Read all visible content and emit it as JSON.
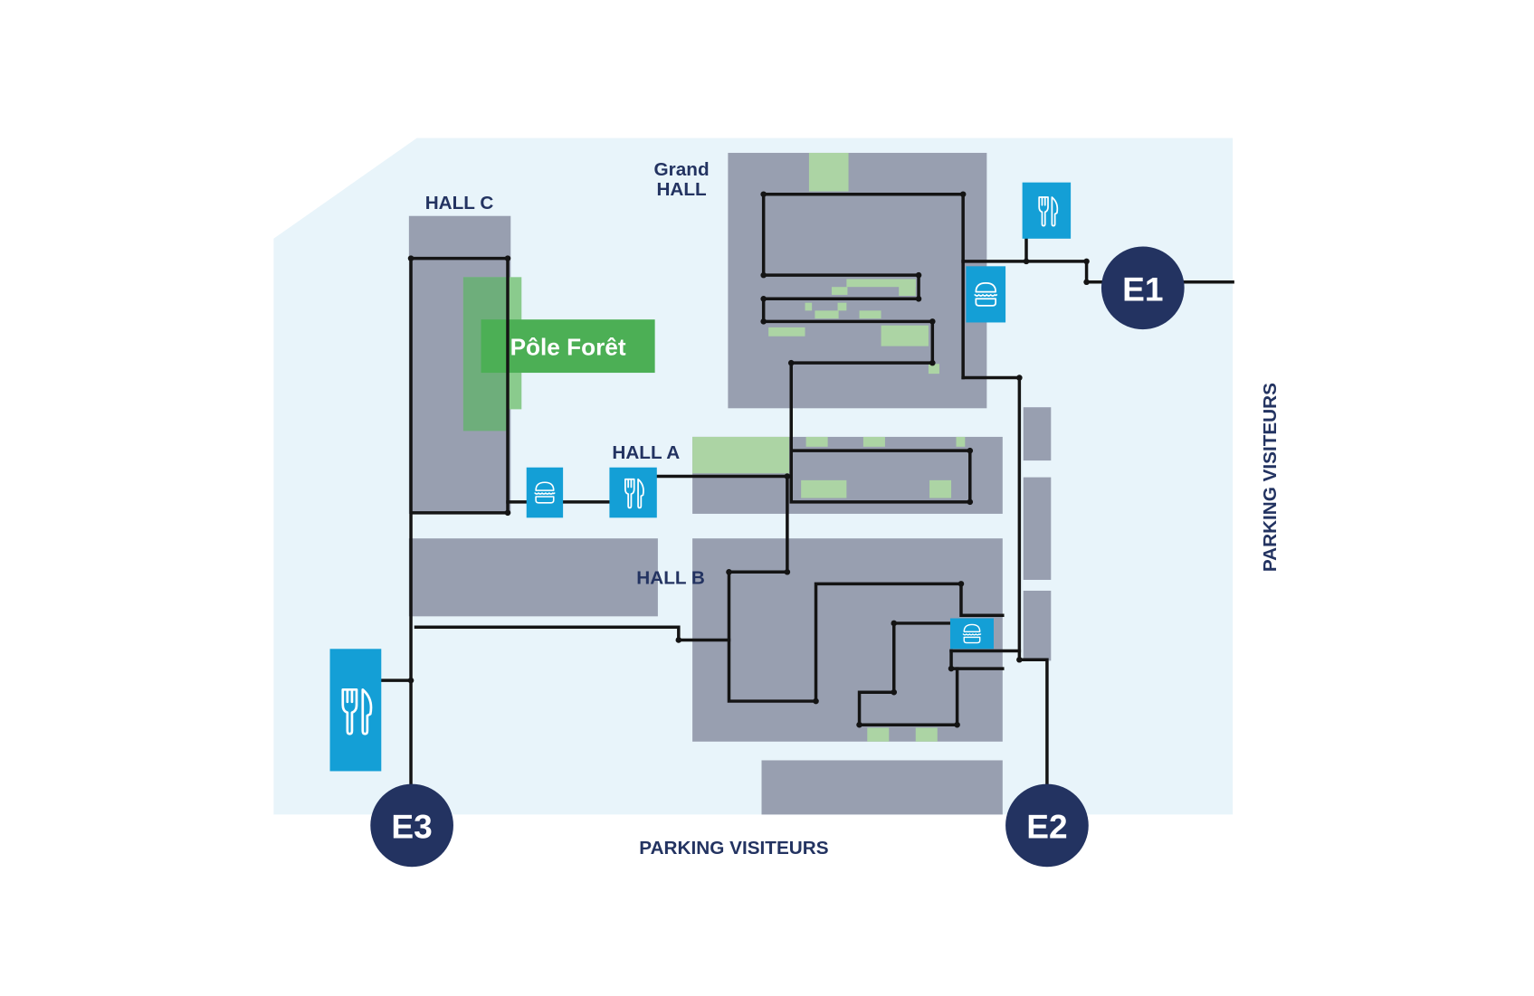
{
  "map": {
    "colors": {
      "site": "#e8f4fa",
      "building": "#989fb0",
      "green_zone": "#acd4a4",
      "pole_foret": "#4caf55",
      "food_marker": "#149fd6",
      "entrance": "#233361",
      "label": "#233361",
      "path": "#141414"
    },
    "halls": {
      "grand_hall_line1": "Grand",
      "grand_hall_line2": "HALL",
      "hall_a": "HALL A",
      "hall_b": "HALL B",
      "hall_c": "HALL C"
    },
    "pole": {
      "label": "Pôle Forêt"
    },
    "entrances": [
      {
        "id": "e1",
        "label": "E1"
      },
      {
        "id": "e2",
        "label": "E2"
      },
      {
        "id": "e3",
        "label": "E3"
      }
    ],
    "parking": {
      "bottom": "PARKING VISITEURS",
      "right": "PARKING VISITEURS"
    },
    "markers": [
      {
        "type": "restaurant",
        "icon": "fork-knife-icon",
        "location": "near E1"
      },
      {
        "type": "snack",
        "icon": "burger-icon",
        "location": "Grand HALL east"
      },
      {
        "type": "snack",
        "icon": "burger-icon",
        "location": "between HALL C and HALL A"
      },
      {
        "type": "restaurant",
        "icon": "fork-knife-icon",
        "location": "HALL A"
      },
      {
        "type": "snack",
        "icon": "burger-icon",
        "location": "HALL B east"
      },
      {
        "type": "restaurant",
        "icon": "fork-knife-icon",
        "location": "near E3"
      }
    ]
  }
}
